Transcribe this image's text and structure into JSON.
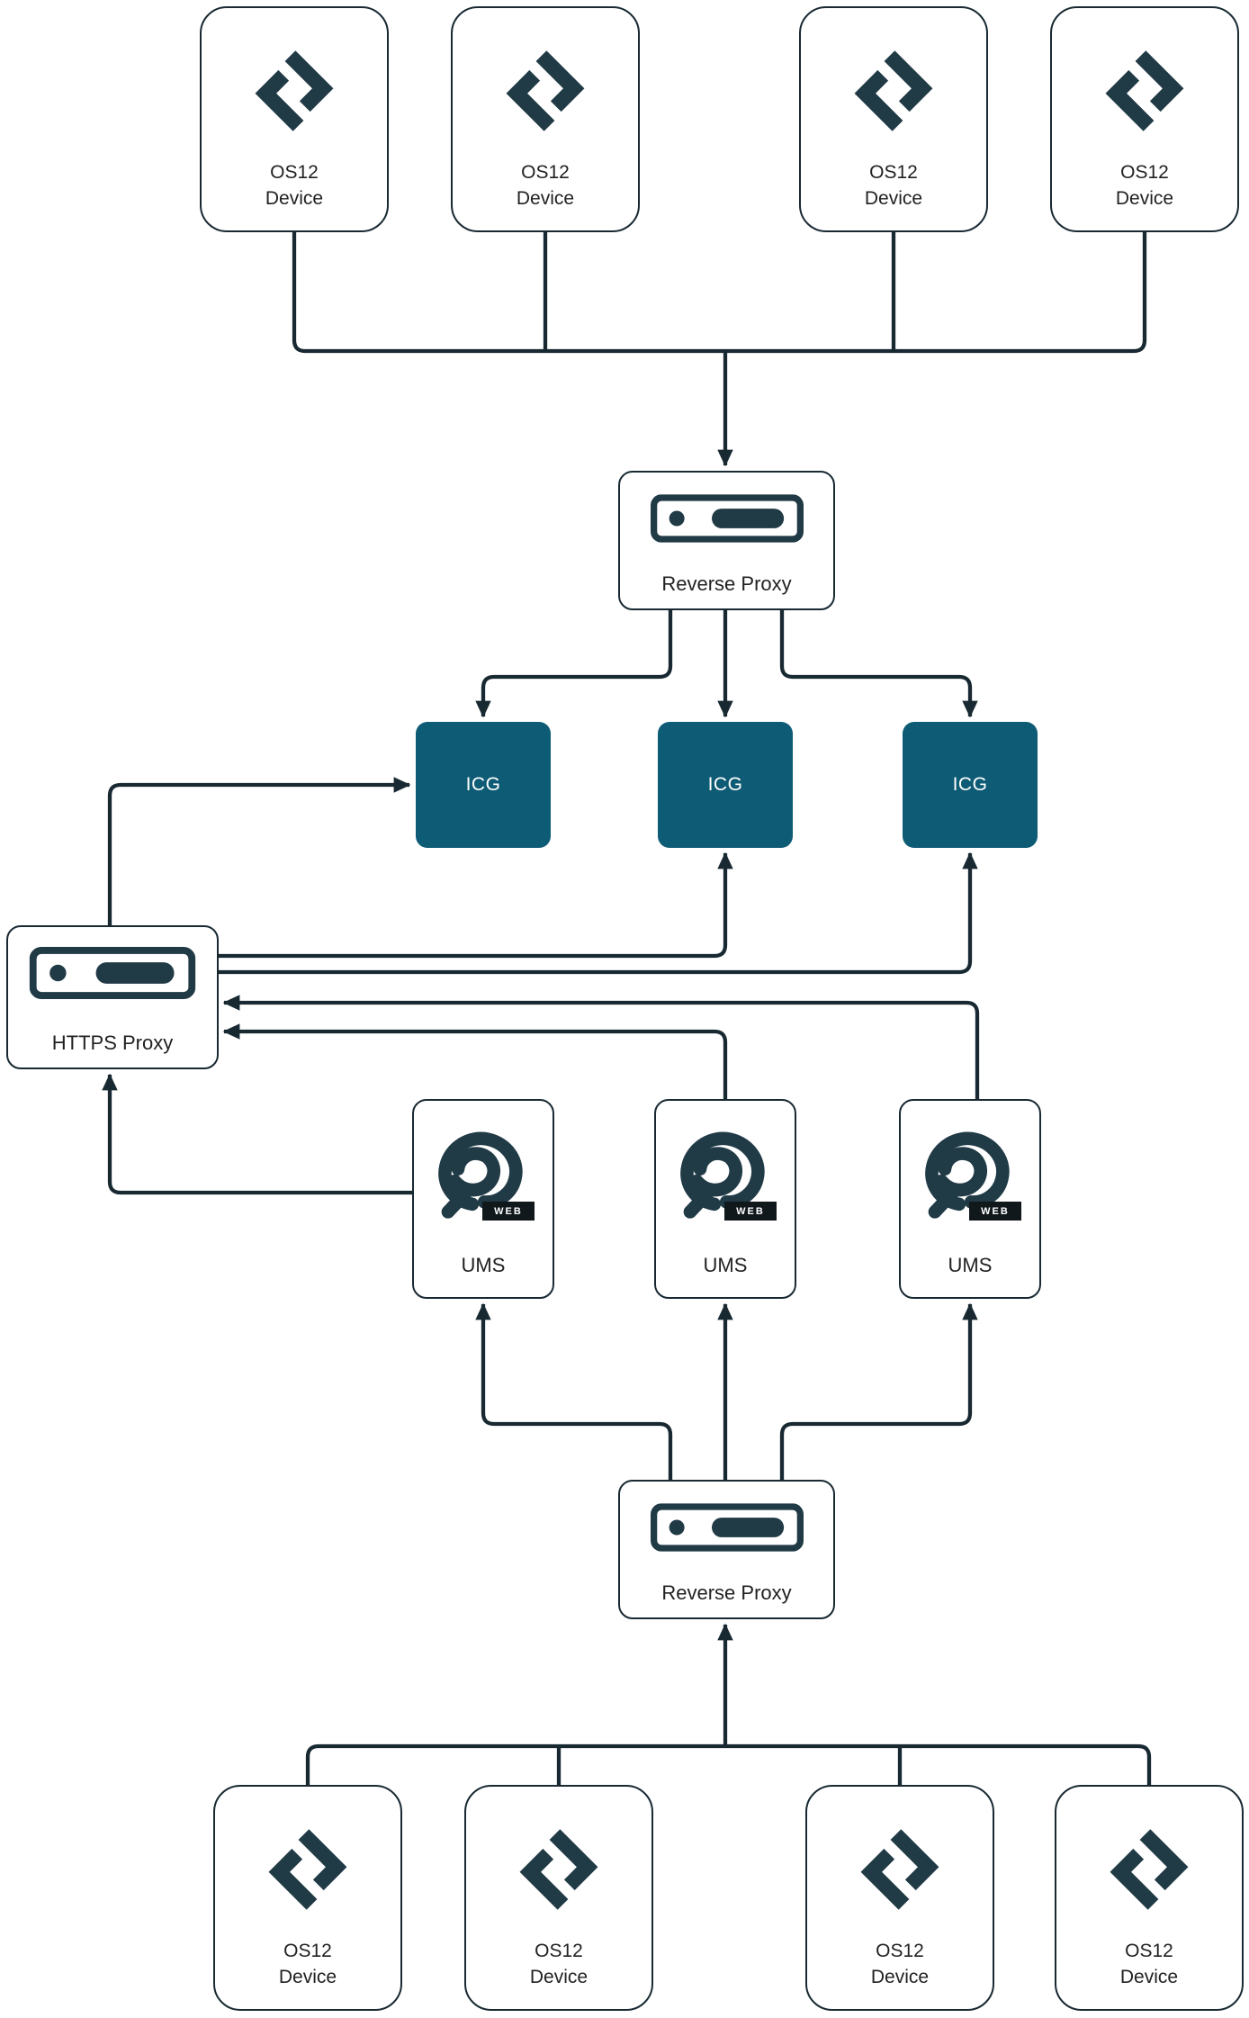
{
  "meta": {
    "kind": "network-architecture-diagram"
  },
  "colors": {
    "line": "#182932",
    "icon": "#203a46",
    "icg_fill": "#0e5b75",
    "icg_text": "#ffffff",
    "text": "#222222",
    "node_bg": "#ffffff"
  },
  "icons": {
    "device": "igel-os12-logo",
    "proxy": "server-appliance",
    "ums": "ums-web-logo"
  },
  "nodes": {
    "top_devices": [
      {
        "label": "OS12\nDevice"
      },
      {
        "label": "OS12\nDevice"
      },
      {
        "label": "OS12\nDevice"
      },
      {
        "label": "OS12\nDevice"
      }
    ],
    "reverse_proxy_top": {
      "label": "Reverse Proxy"
    },
    "icg_nodes": [
      {
        "label": "ICG"
      },
      {
        "label": "ICG"
      },
      {
        "label": "ICG"
      }
    ],
    "https_proxy": {
      "label": "HTTPS Proxy"
    },
    "ums_nodes": [
      {
        "label": "UMS",
        "badge": "WEB"
      },
      {
        "label": "UMS",
        "badge": "WEB"
      },
      {
        "label": "UMS",
        "badge": "WEB"
      }
    ],
    "reverse_proxy_bottom": {
      "label": "Reverse Proxy"
    },
    "bottom_devices": [
      {
        "label": "OS12\nDevice"
      },
      {
        "label": "OS12\nDevice"
      },
      {
        "label": "OS12\nDevice"
      },
      {
        "label": "OS12\nDevice"
      }
    ]
  }
}
